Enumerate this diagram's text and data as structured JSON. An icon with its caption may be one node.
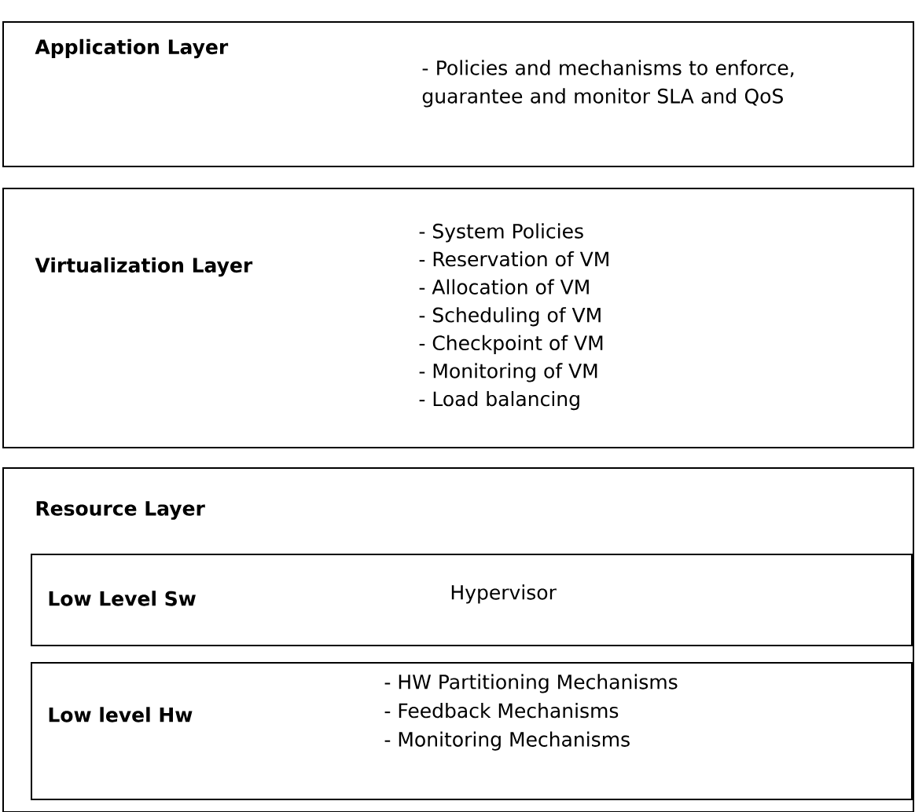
{
  "diagram": {
    "nodes": [
      {
        "text": [
          "Application Layer",
          "- Policies and mechanisms to  enforce, guarantee and monitor SLA and QoS"
        ]
      },
      {
        "text": [
          "Virtualization Layer",
          "- System Policies",
          "- Reservation of VM",
          "- Allocation of VM",
          "- Scheduling of VM",
          "- Checkpoint of VM",
          "- Monitoring of VM",
          "- Load balancing"
        ]
      },
      {
        "text": [
          "Resource Layer"
        ]
      },
      {
        "text": [
          "Low Level Sw",
          "Hypervisor"
        ],
        "in": 2
      },
      {
        "text": [
          "Low level Hw",
          "- HW Partitioning Mechanisms",
          "- Feedback Mechanisms",
          "- Monitoring Mechanisms"
        ],
        "in": 2
      }
    ]
  }
}
